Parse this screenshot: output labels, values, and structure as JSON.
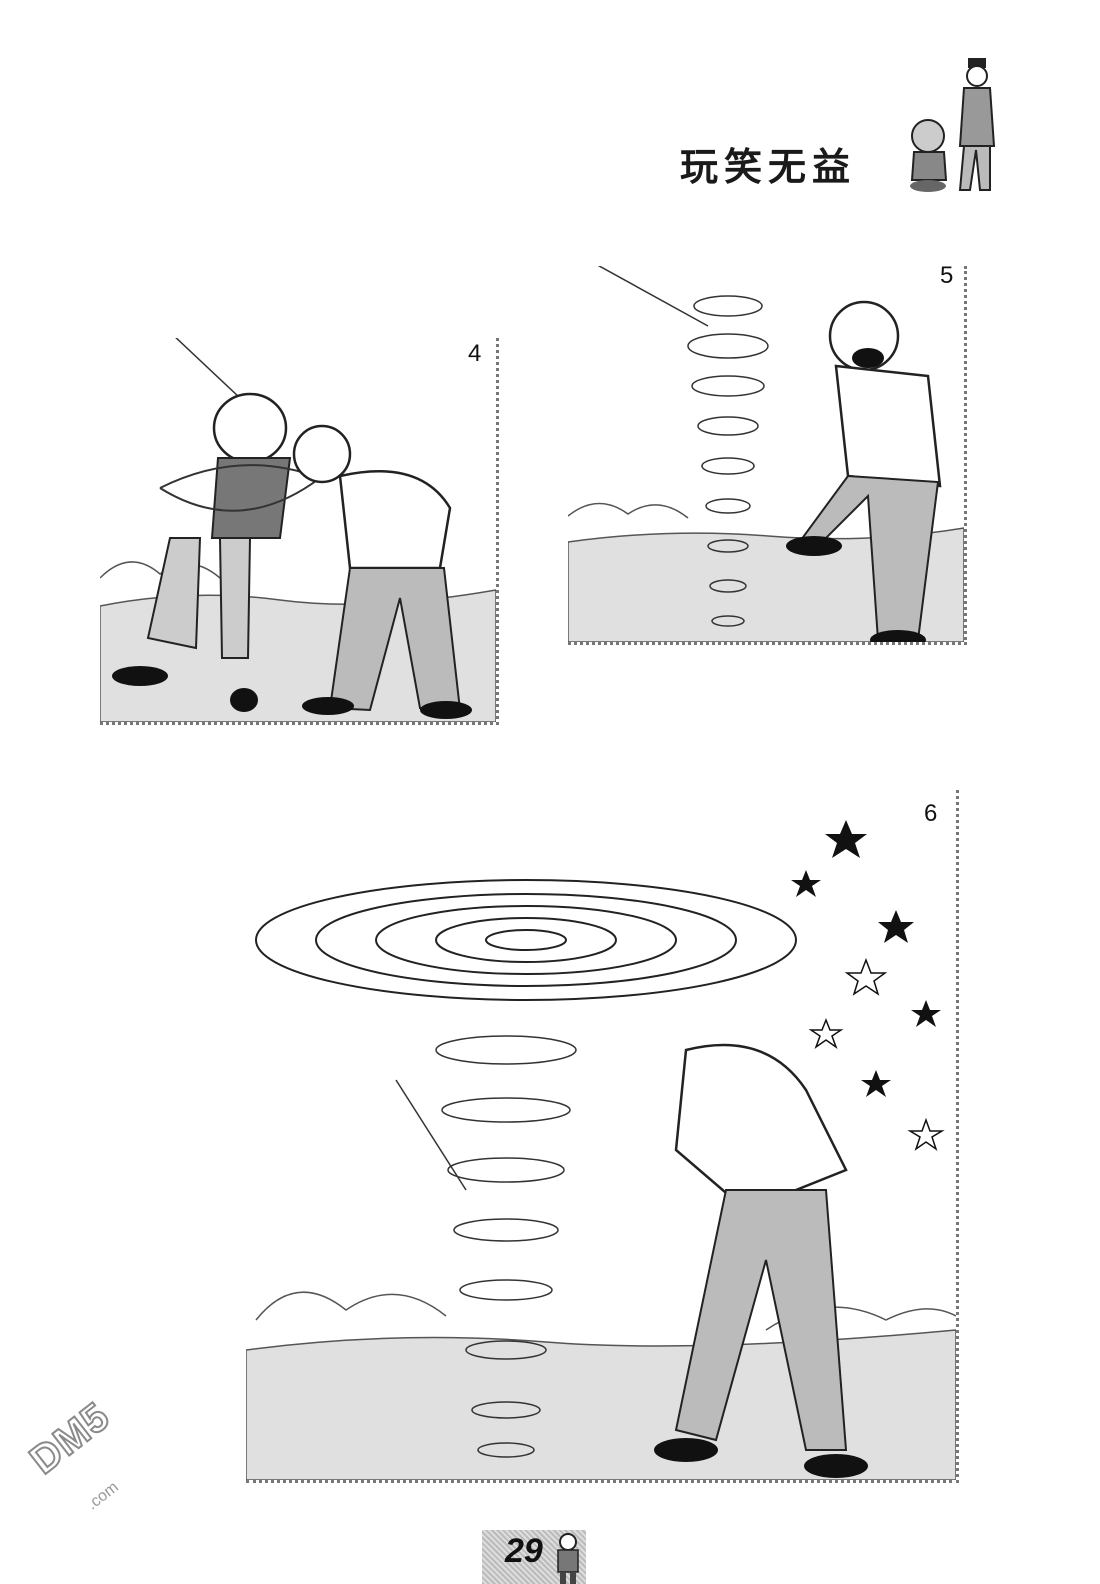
{
  "page": {
    "title": "玩笑无益",
    "page_number": "29"
  },
  "panels": [
    {
      "number": "4"
    },
    {
      "number": "5"
    },
    {
      "number": "6"
    }
  ],
  "watermark": {
    "logo_text": "DM5",
    "domain": ".com"
  },
  "colors": {
    "ink": "#1a1a1a",
    "paper": "#ffffff",
    "panel_border": "#777777"
  },
  "icons": [
    "characters-header-icon",
    "character-page-icon"
  ]
}
